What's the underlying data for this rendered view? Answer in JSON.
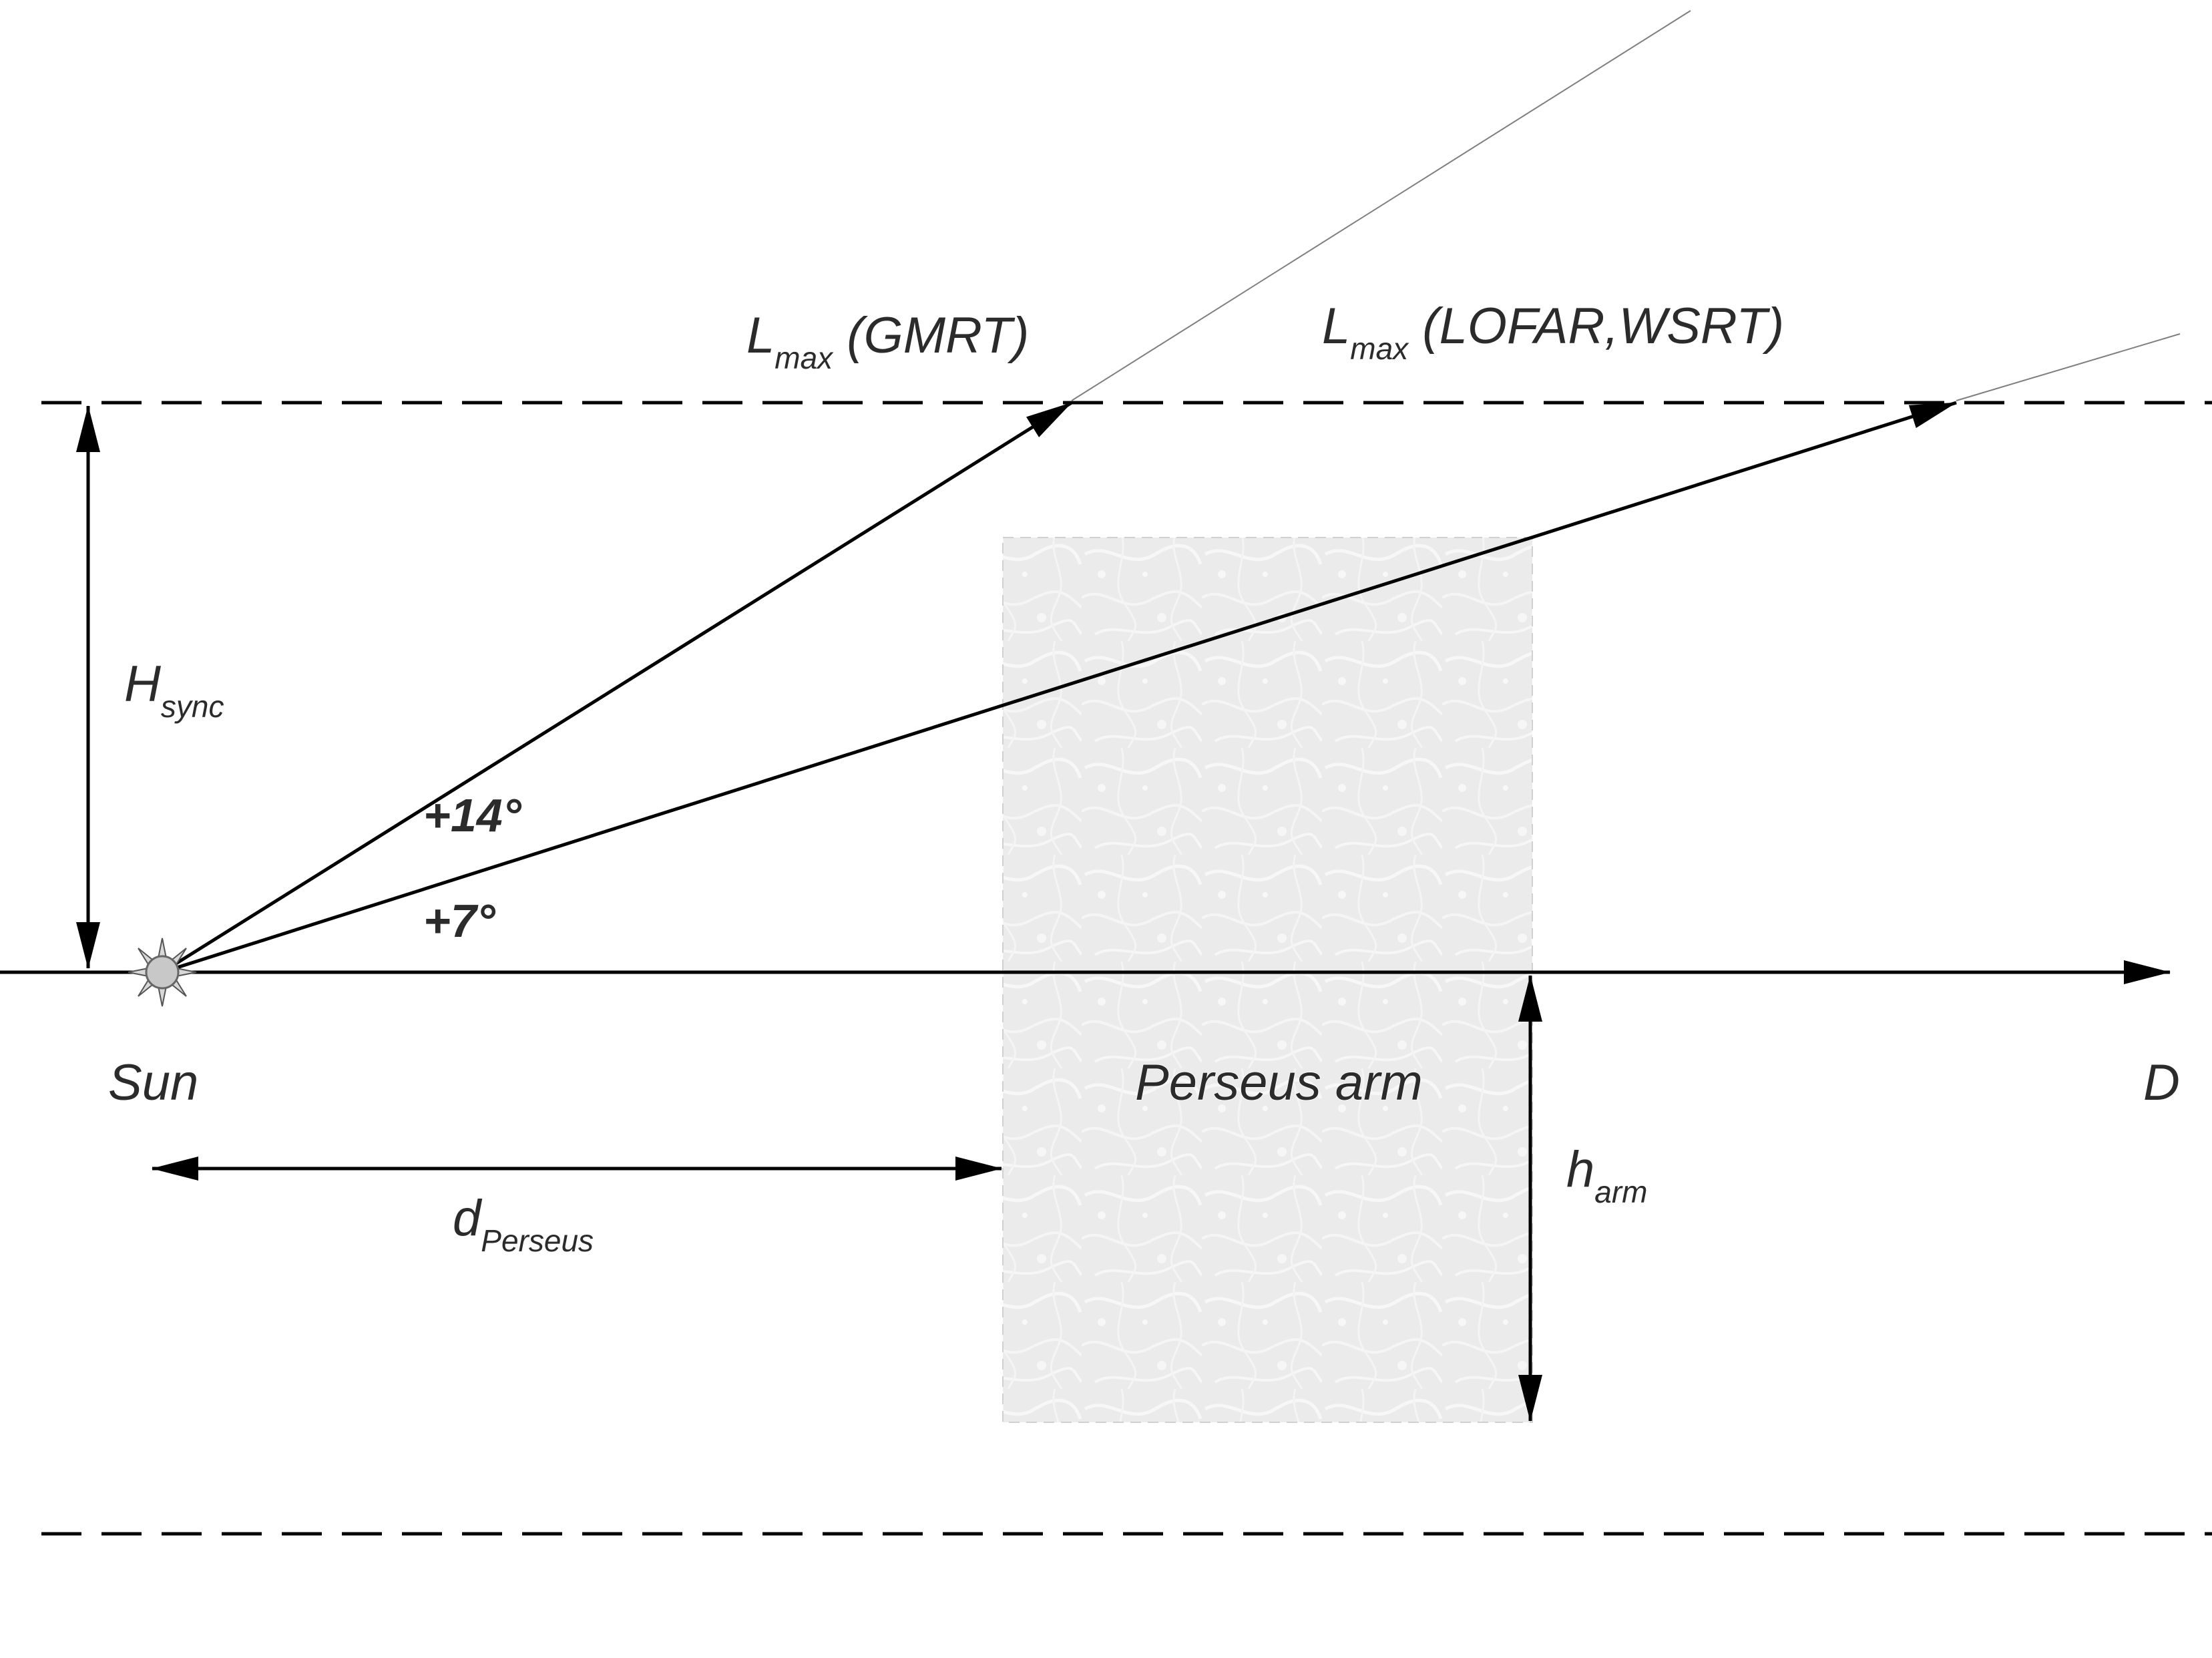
{
  "labels": {
    "lmax_gmrt": {
      "main": "L",
      "sub": "max",
      "rest": " (GMRT)"
    },
    "lmax_lofar": {
      "main": "L",
      "sub": "max",
      "rest": " (LOFAR,WSRT)"
    },
    "h_sync": {
      "main": "H",
      "sub": "sync"
    },
    "angle_14": "+14°",
    "angle_7": "+7°",
    "sun": "Sun",
    "perseus_arm": "Perseus arm",
    "d_axis": "D",
    "h_arm": {
      "main": "h",
      "sub": "arm"
    },
    "d_perseus": {
      "main": "d",
      "sub": "Perseus"
    }
  },
  "colors": {
    "line": "#000000",
    "guide_line": "#7f7f7f",
    "arm_fill": "#ececec",
    "arm_texture": "#f8f8f8",
    "sun_fill": "#c8c8c8",
    "text": "#2b2b2b"
  },
  "icons": {
    "sun": "sun-icon"
  }
}
